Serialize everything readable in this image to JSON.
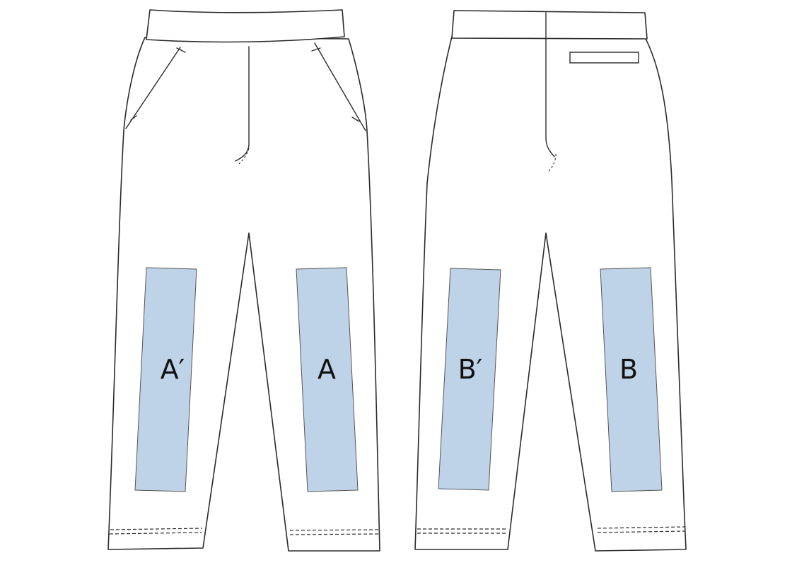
{
  "patch_color": "#bfd3e8",
  "views": [
    {
      "name": "front",
      "patches": [
        {
          "label": "A′"
        },
        {
          "label": "A"
        }
      ]
    },
    {
      "name": "back",
      "patches": [
        {
          "label": "B′"
        },
        {
          "label": "B"
        }
      ]
    }
  ]
}
